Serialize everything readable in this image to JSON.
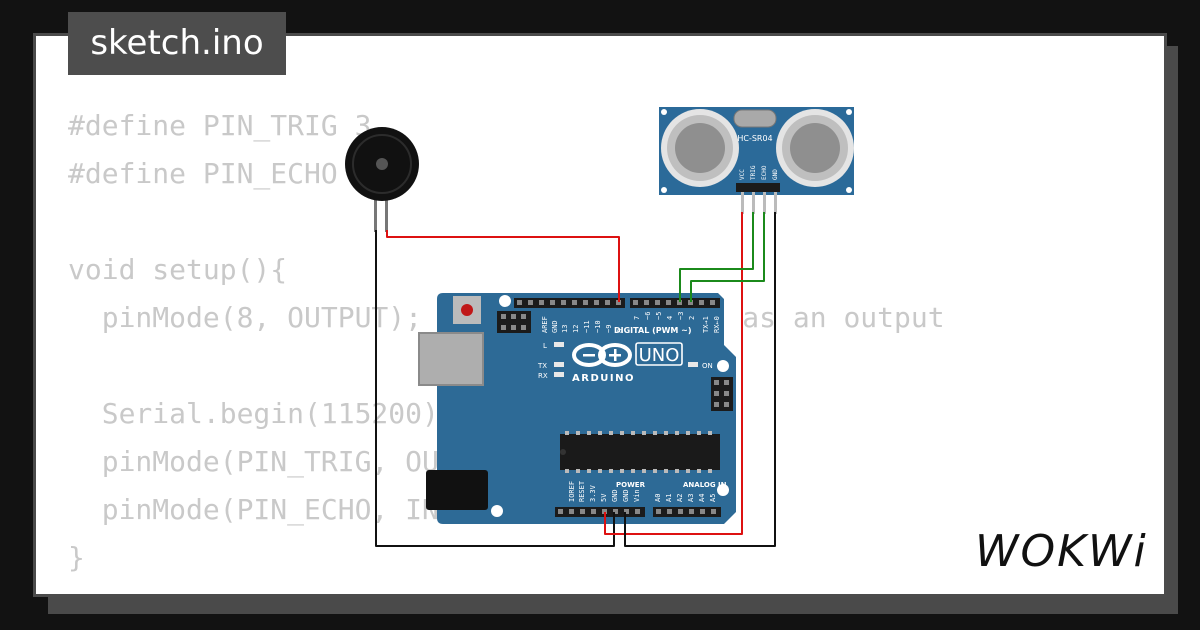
{
  "title": "sketch.ino",
  "code_lines": [
    "#define PIN_TRIG 3",
    "#define PIN_ECHO 2",
    "",
    "void setup(){",
    "  pinMode(8, OUTPUT); // buzzer - pin 9 as an output",
    "",
    "  Serial.begin(115200);",
    "  pinMode(PIN_TRIG, OUTPUT);",
    "  pinMode(PIN_ECHO, INPUT);",
    "}"
  ],
  "board": {
    "name": "UNO",
    "brand": "ARDUINO",
    "labels": {
      "aref": "AREF",
      "gnd": "GND",
      "d13": "13",
      "d12": "12",
      "d11": "~11",
      "d10": "~10",
      "d9": "~9",
      "d8": "8",
      "d7": "7",
      "d6": "~6",
      "d5": "~5",
      "d4": "4",
      "d3": "~3",
      "d2": "2",
      "d1": "TX→1",
      "d0": "RX←0",
      "digital": "DIGITAL (PWM ~)",
      "l": "L",
      "tx": "TX",
      "rx": "RX",
      "on": "ON",
      "ioref": "IOREF",
      "reset": "RESET",
      "v33": "3.3V",
      "v5": "5V",
      "gnd1": "GND",
      "gnd2": "GND",
      "vin": "Vin",
      "power": "POWER",
      "analog_in": "ANALOG IN",
      "a0": "A0",
      "a1": "A1",
      "a2": "A2",
      "a3": "A3",
      "a4": "A4",
      "a5": "A5"
    }
  },
  "sensor": {
    "label": "HC-SR04",
    "pins": [
      "VCC",
      "TRIG",
      "ECHO",
      "GND"
    ]
  },
  "wire_colors": {
    "red": "#dd1111",
    "black": "#111111",
    "green": "#1b8a1b"
  },
  "logo": "WOKWi"
}
